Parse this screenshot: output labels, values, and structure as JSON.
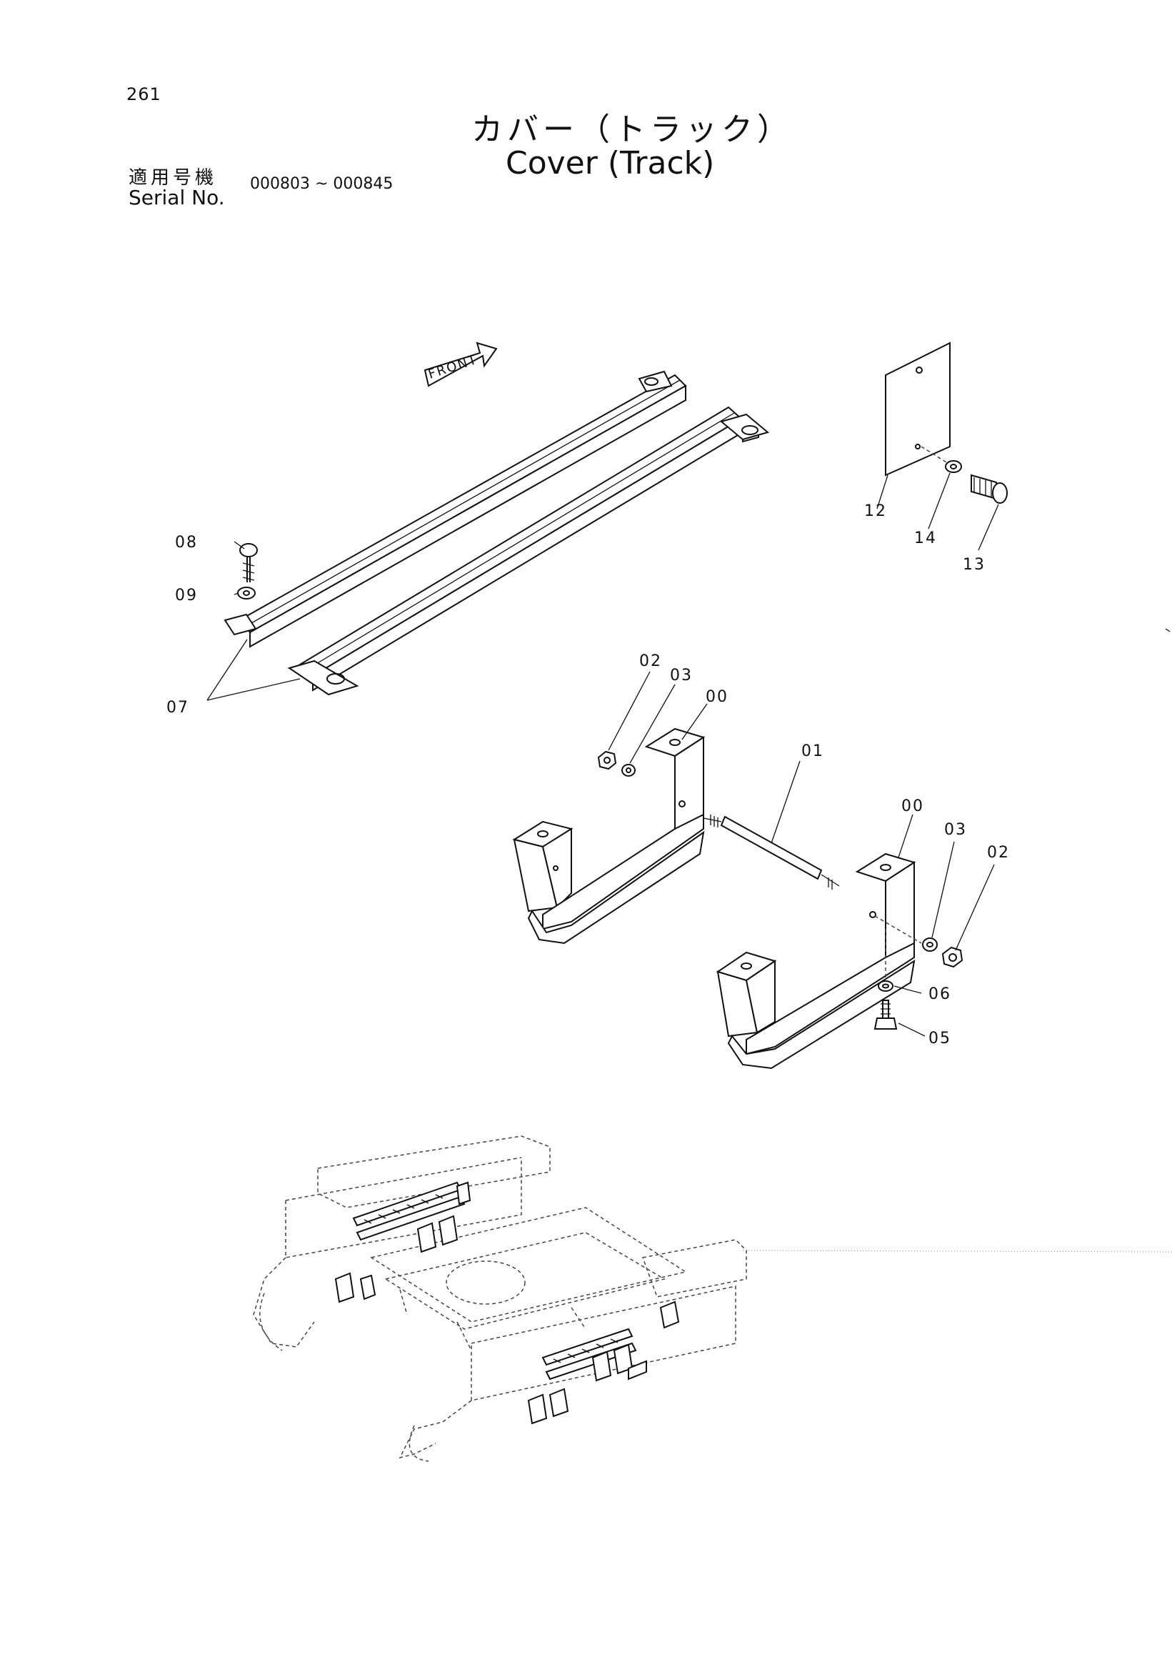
{
  "page_number": "261",
  "title_jp": "カバー（トラック）",
  "title_en": "Cover (Track)",
  "serial_label_jp": "適用号機",
  "serial_label_en": "Serial No.",
  "serial_range": "000803 ~ 000845",
  "front_label": "FRONT",
  "part_labels": {
    "p00a": "00",
    "p00b": "00",
    "p01": "01",
    "p02a": "02",
    "p02b": "02",
    "p03a": "03",
    "p03b": "03",
    "p05": "05",
    "p06": "06",
    "p07": "07",
    "p08": "08",
    "p09": "09",
    "p12": "12",
    "p13": "13",
    "p14": "14"
  }
}
